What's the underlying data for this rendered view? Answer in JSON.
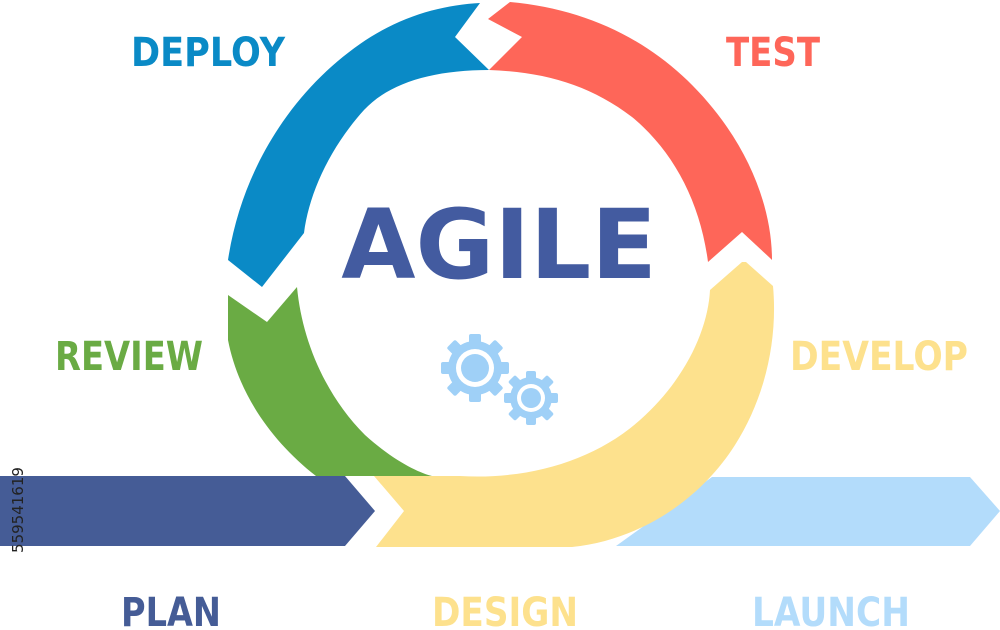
{
  "title": "AGILE",
  "side_id": "559541619",
  "colors": {
    "deploy": "#0a8ac6",
    "test": "#fe6659",
    "review": "#6aab44",
    "develop": "#fde18d",
    "plan": "#455c96",
    "design": "#fde18d",
    "launch": "#b3dcfb",
    "title": "#435ba0",
    "gears": "#9fd0f7"
  },
  "stages": {
    "deploy": "DEPLOY",
    "test": "TEST",
    "review": "REVIEW",
    "develop": "DEVELOP",
    "plan": "PLAN",
    "design": "DESIGN",
    "launch": "LAUNCH"
  },
  "icons": {
    "gears": "gears-icon"
  }
}
